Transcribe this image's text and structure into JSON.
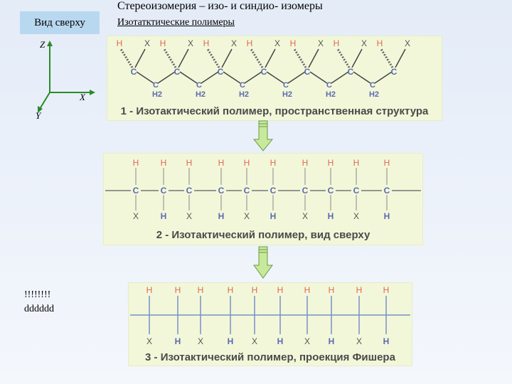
{
  "header": {
    "title": "Стереоизомерия – изо- и синдио- изомеры",
    "subtitle": "Изотатктические полимеры",
    "view_label": "Вид сверху"
  },
  "axes": {
    "z": "Z",
    "x": "X",
    "y": "Y"
  },
  "panel1": {
    "caption": "1 - Изотактический полимер, пространственная структура",
    "carbon": "C",
    "ch2": "C",
    "h2": "H2",
    "up_left": "H",
    "up_right": "X"
  },
  "panel2": {
    "caption": "2 - Изотактический полимер, вид сверху",
    "top": [
      "H",
      "H",
      "H",
      "H",
      "H",
      "H",
      "H",
      "H",
      "H",
      "H"
    ],
    "carbons": [
      "C",
      "C",
      "C",
      "C",
      "C",
      "C",
      "C",
      "C",
      "C",
      "C"
    ],
    "bottom": [
      "X",
      "H",
      "X",
      "H",
      "X",
      "H",
      "X",
      "H",
      "X",
      "H"
    ]
  },
  "panel3": {
    "caption": "3 - Изотактический полимер, проекция Фишера",
    "top": [
      "H",
      "H",
      "H",
      "H",
      "H",
      "H",
      "H",
      "H",
      "H",
      "H"
    ],
    "bottom": [
      "X",
      "H",
      "X",
      "H",
      "X",
      "H",
      "X",
      "H",
      "X",
      "H"
    ]
  },
  "note": {
    "line1": "!!!!!!!!",
    "line2": "dddddd"
  },
  "colors": {
    "hydrogen": "#e06a55",
    "carbon": "#5a6bb0",
    "substituent": "#555555",
    "panel": "#f2f7d9",
    "arrow": "#c8e89a"
  }
}
